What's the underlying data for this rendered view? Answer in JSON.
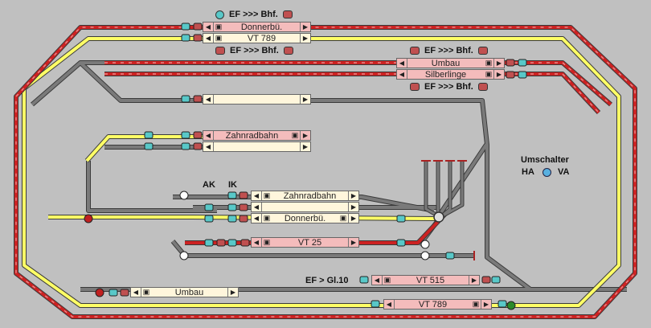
{
  "headers": {
    "top": "EF >>> Bhf.",
    "top2": "EF >>> Bhf.",
    "right_top": "EF >>> Bhf.",
    "right_bottom": "EF >>> Bhf."
  },
  "blocks": {
    "donnerbu_top": "Donnerbü.",
    "vt789_top": "VT 789",
    "umbau_right": "Umbau",
    "silberlinge": "Silberlinge",
    "empty_mid": "",
    "zahnradbahn_left": "Zahnradbahn",
    "empty_left2": "",
    "zahnradbahn_center": "Zahnradbahn",
    "empty_center2": "",
    "donnerbu_center": "Donnerbü.",
    "vt25": "VT 25",
    "vt515": "VT 515",
    "umbau_bottom": "Umbau",
    "vt789_bottom": "VT 789"
  },
  "labels": {
    "ak": "AK",
    "ik": "IK",
    "ef_gl10": "EF > Gl.10",
    "umschalter": "Umschalter",
    "ha": "HA",
    "va": "VA"
  },
  "colors": {
    "background": "#c0c0c0",
    "track_gray": "#777777",
    "track_yellow": "#ffff66",
    "track_red": "#cc2222",
    "block_free": "#fff6dc",
    "block_occupied": "#f4bcbc",
    "signal_cyan": "#58c8c8"
  }
}
